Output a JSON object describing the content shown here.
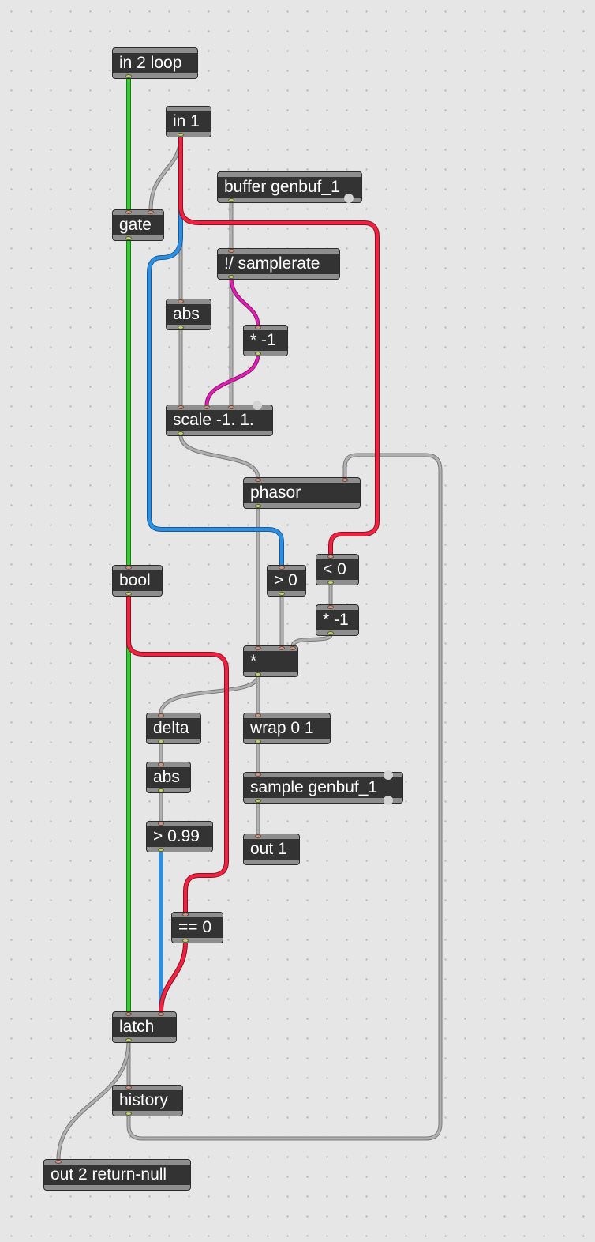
{
  "patcher": {
    "background": "#e6e6e6",
    "objects": {
      "in2loop": "in 2 loop",
      "in1": "in 1",
      "buffer": "buffer genbuf_1",
      "gate": "gate",
      "samplerate": "!/ samplerate",
      "abs1": "abs",
      "mul1": "* -1",
      "scale": "scale -1. 1.",
      "phasor": "phasor",
      "bool": "bool",
      "gt0": "> 0",
      "lt0": "< 0",
      "mul2": "* -1",
      "mul": "*",
      "delta": "delta",
      "wrap": "wrap 0 1",
      "abs2": "abs",
      "sample": "sample genbuf_1",
      "gt099": "> 0.99",
      "out1": "out 1",
      "eq0": "== 0",
      "latch": "latch",
      "history": "history",
      "out2": "out 2 return-null"
    },
    "cord_colors": {
      "green": "#37c831",
      "blue": "#2e8fe0",
      "red": "#f02241",
      "magenta": "#e020b0",
      "gray": "#a8a8a8"
    }
  }
}
